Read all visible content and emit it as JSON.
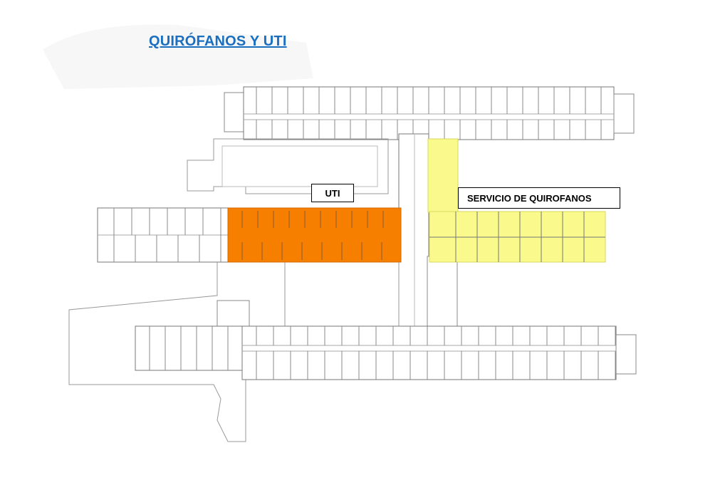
{
  "title": "QUIRÓFANOS Y UTI",
  "labels": {
    "uti": "UTI",
    "quirofanos": "SERVICIO DE QUIROFANOS"
  },
  "colors": {
    "uti": "#f77f00",
    "quirofanos": "#fafa8c",
    "title": "#1a6fc0"
  }
}
